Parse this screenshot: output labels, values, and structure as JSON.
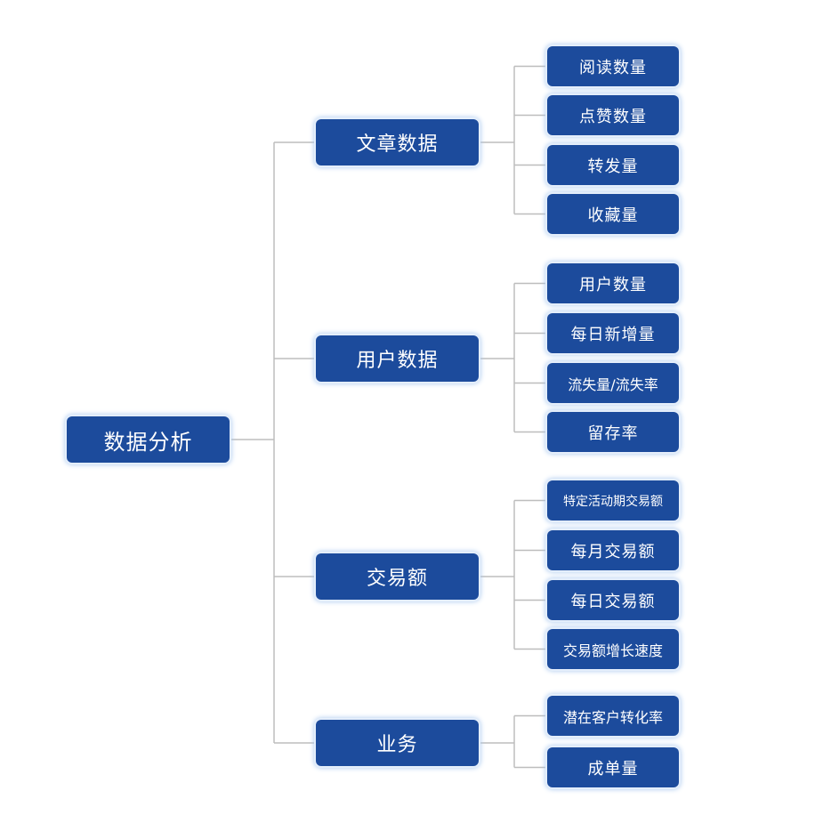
{
  "diagram": {
    "root": {
      "label": "数据分析"
    },
    "branches": [
      {
        "label": "文章数据",
        "children": [
          "阅读数量",
          "点赞数量",
          "转发量",
          "收藏量"
        ]
      },
      {
        "label": "用户数据",
        "children": [
          "用户数量",
          "每日新增量",
          "流失量/流失率",
          "留存率"
        ]
      },
      {
        "label": "交易额",
        "children": [
          "特定活动期交易额",
          "每月交易额",
          "每日交易额",
          "交易额增长速度"
        ]
      },
      {
        "label": "业务",
        "children": [
          "潜在客户转化率",
          "成单量"
        ]
      }
    ]
  },
  "colors": {
    "node_fill": "#1c4b9c",
    "node_text": "#ffffff",
    "connector": "#bdbdbd",
    "background": "#ffffff"
  }
}
